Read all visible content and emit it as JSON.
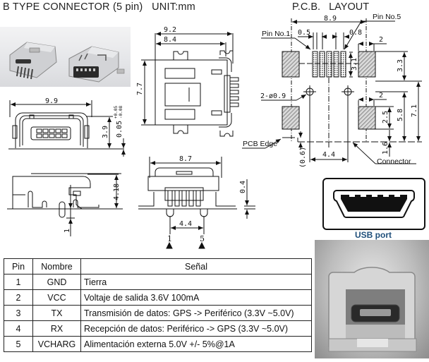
{
  "title": "B TYPE CONNECTOR (5 pin)   UNIT:mm",
  "pcb_layout": {
    "title": "P.C.B.   LAYOUT",
    "labels": {
      "pin1": "Pin No.1",
      "pin5": "Pin No.5",
      "holes": "2-ø0.9",
      "pcb_edge": "PCB Edge",
      "connector": "Connector"
    },
    "dimensions": {
      "total_width": "8.9",
      "pin_width": "0.5",
      "pin_pitch": "0.8",
      "pad_width_top": "2",
      "pad_width_bottom": "2",
      "pin_length": "3.1",
      "pad_height_top": "3.3",
      "pad_height_bottom": "2.5",
      "hole_to_edge": "5.8",
      "total_height": "7.1",
      "edge_offset": "1.6",
      "hole_spacing": "4.4",
      "edge_gap": "(0.6)"
    }
  },
  "top_view": {
    "dimensions": {
      "outer_width": "9.2",
      "inner_width": "8.4",
      "height": "7.7"
    }
  },
  "front_view": {
    "dimensions": {
      "width": "9.9",
      "height": "3.9",
      "tolerance": "0.05",
      "tol_plus": "+0.05",
      "tol_minus": "-0.08"
    }
  },
  "side_view": {
    "dimensions": {
      "height": "4.18",
      "peg": "1"
    }
  },
  "bottom_view": {
    "dimensions": {
      "width": "8.7",
      "standoff": "0.4",
      "peg_spacing": "4.4"
    },
    "pin_markers": [
      "1",
      "5"
    ]
  },
  "usb_port": {
    "caption": "USB port"
  },
  "pin_table": {
    "headers": [
      "Pin",
      "Nombre",
      "Señal"
    ],
    "rows": [
      {
        "pin": "1",
        "name": "GND",
        "signal": "Tierra"
      },
      {
        "pin": "2",
        "name": "VCC",
        "signal": "Voltaje de salida 3.6V 100mA"
      },
      {
        "pin": "3",
        "name": "TX",
        "signal": "Transmisión de datos: GPS -> Periférico (3.3V ~5.0V)"
      },
      {
        "pin": "4",
        "name": "RX",
        "signal": "Recepción de datos: Periférico -> GPS (3.3V ~5.0V)"
      },
      {
        "pin": "5",
        "name": "VCHARG",
        "signal": "Alimentación externa 5.0V +/- 5%@1A"
      }
    ]
  },
  "colors": {
    "line": "#111111",
    "hatch": "#7a7a7a",
    "caption_blue": "#1f4f7a"
  }
}
